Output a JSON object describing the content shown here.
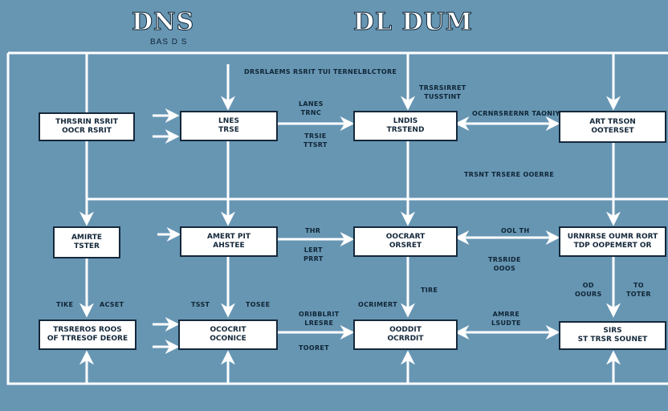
{
  "header": {
    "left_title": "DNS",
    "left_subtitle": "BAS D S",
    "right_title": "DL DUM"
  },
  "colors": {
    "background": "#6796b3",
    "line": "#ffffff",
    "box_border": "#14283a",
    "text": "#0f2535"
  },
  "boxes": {
    "r1c1": [
      "THRSRIN RSRIT",
      "OOCR RSRIT"
    ],
    "r1c2": [
      "LNES",
      "TRSE"
    ],
    "r1c3": [
      "LNDIS",
      "TRSTEND"
    ],
    "r1c4": [
      "ART TRSON",
      "OOTERSET"
    ],
    "r2c1": [
      "AMIRTE",
      "TSTER"
    ],
    "r2c2": [
      "AMERT PIT",
      "AHSTEE"
    ],
    "r2c3": [
      "OOCRART",
      "ORSRET"
    ],
    "r2c4": [
      "URNRRSE OUMR RORT",
      "TDP OOPEMERT OR"
    ],
    "r3c1": [
      "TRSREROS ROOS",
      "OF TTRESOF DEORE"
    ],
    "r3c2": [
      "OCOCRIT",
      "OCONICE"
    ],
    "r3c3": [
      "OODDIT",
      "OCRRDIT"
    ],
    "r3c4": [
      "SIRS",
      "ST TRSR SOUNET"
    ]
  },
  "labels": {
    "top_banner": "DRSRLAEMS RSRIT TUI TERNELBLCTORE",
    "r1_12": [
      "LANES",
      "TRNC"
    ],
    "r1_12b": [
      "TRSIE",
      "TTSRT"
    ],
    "r1_c3_top": [
      "TRSRSIRRET",
      "TUSSTINT"
    ],
    "r1_34": "OCRNRSRERNR TAONIY",
    "mid": "TRSNT TRSERE OOERRE",
    "r2_34": "OOL TH",
    "r2_12": [
      "THR",
      "LERT",
      "PRRT"
    ],
    "r2_34b": [
      "TRSRIDE",
      "OOOS"
    ],
    "r2_c4_lbl": [
      "OD",
      "OOURS"
    ],
    "r2_c4_lbl2": [
      "TO",
      "TOTER"
    ],
    "r3_c1_lbl": "TIKE",
    "r3_c1_lbl2": "ACSET",
    "r3_c2_lbl": "TSST",
    "r3_c2_lbl2": "TOSEE",
    "r3_23": [
      "ORIBBLRIT",
      "LRESRE"
    ],
    "r3_23b": "TOORET",
    "r3_c3_top": "OCRIMERT",
    "r3_c3_mid": "TIRE",
    "r3_34": [
      "AMRRE",
      "LSUDTE"
    ]
  }
}
